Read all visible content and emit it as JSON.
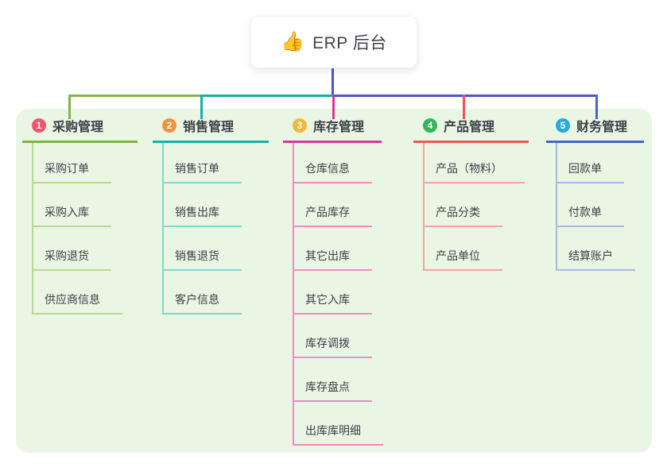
{
  "root": {
    "emoji": "👍",
    "label": "ERP 后台"
  },
  "canvas": {
    "background": "#ffffff",
    "panel_background": "#eaf6e4",
    "root_connector_color": "#4d55cb",
    "text_color": "#3a3f46"
  },
  "branches": [
    {
      "badge": "1",
      "title": "采购管理",
      "badge_color": "#f1566d",
      "line_color": "#7db53f",
      "child_line_color": "#b5da90",
      "children": [
        "采购订单",
        "采购入库",
        "采购退货",
        "供应商信息"
      ]
    },
    {
      "badge": "2",
      "title": "销售管理",
      "badge_color": "#f6913d",
      "line_color": "#10b3a8",
      "child_line_color": "#82d6cf",
      "children": [
        "销售订单",
        "销售出库",
        "销售退货",
        "客户信息"
      ]
    },
    {
      "badge": "3",
      "title": "库存管理",
      "badge_color": "#f5b63c",
      "line_color": "#d834a0",
      "child_line_color": "#f08ac0",
      "children": [
        "仓库信息",
        "产品库存",
        "其它出库",
        "其它入库",
        "库存调拨",
        "库存盘点",
        "出库库明细"
      ]
    },
    {
      "badge": "4",
      "title": "产品管理",
      "badge_color": "#36b558",
      "line_color": "#f25355",
      "child_line_color": "#f8a3a3",
      "children": [
        "产品（物料）",
        "产品分类",
        "产品单位"
      ]
    },
    {
      "badge": "5",
      "title": "财务管理",
      "badge_color": "#29a9e0",
      "line_color": "#4767c8",
      "child_line_color": "#a6b9e5",
      "children": [
        "回款单",
        "付款单",
        "结算账户"
      ]
    }
  ]
}
